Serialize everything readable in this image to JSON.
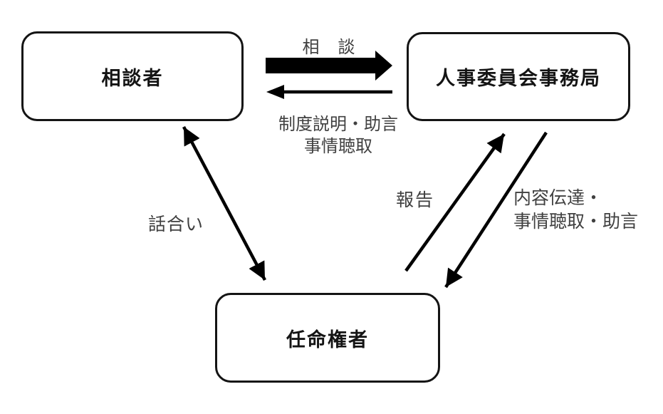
{
  "diagram": {
    "background_color": "#ffffff",
    "arrow_color": "#000000",
    "node_border_color": "#141414",
    "edge_label_color": "#404040",
    "nodes": [
      {
        "id": "consulter",
        "label": "相談者"
      },
      {
        "id": "secretariat",
        "label": "人事委員会事務局"
      },
      {
        "id": "appointer",
        "label": "任命権者"
      }
    ],
    "edges": [
      {
        "id": "consult",
        "label": "相　談",
        "from": "consulter",
        "to": "secretariat",
        "style": "thick-block-arrow",
        "direction": "one-way"
      },
      {
        "id": "explain",
        "label_line1": "制度説明・助言",
        "label_line2": "事情聴取",
        "from": "secretariat",
        "to": "consulter",
        "style": "thin",
        "direction": "one-way"
      },
      {
        "id": "discussion",
        "label": "話合い",
        "from": "consulter",
        "to": "appointer",
        "style": "thin",
        "direction": "two-way"
      },
      {
        "id": "report",
        "label": "報告",
        "from": "appointer",
        "to": "secretariat",
        "style": "thin",
        "direction": "one-way"
      },
      {
        "id": "convey",
        "label_line1": "内容伝達・",
        "label_line2": "事情聴取・助言",
        "from": "secretariat",
        "to": "appointer",
        "style": "thin",
        "direction": "one-way"
      }
    ]
  }
}
